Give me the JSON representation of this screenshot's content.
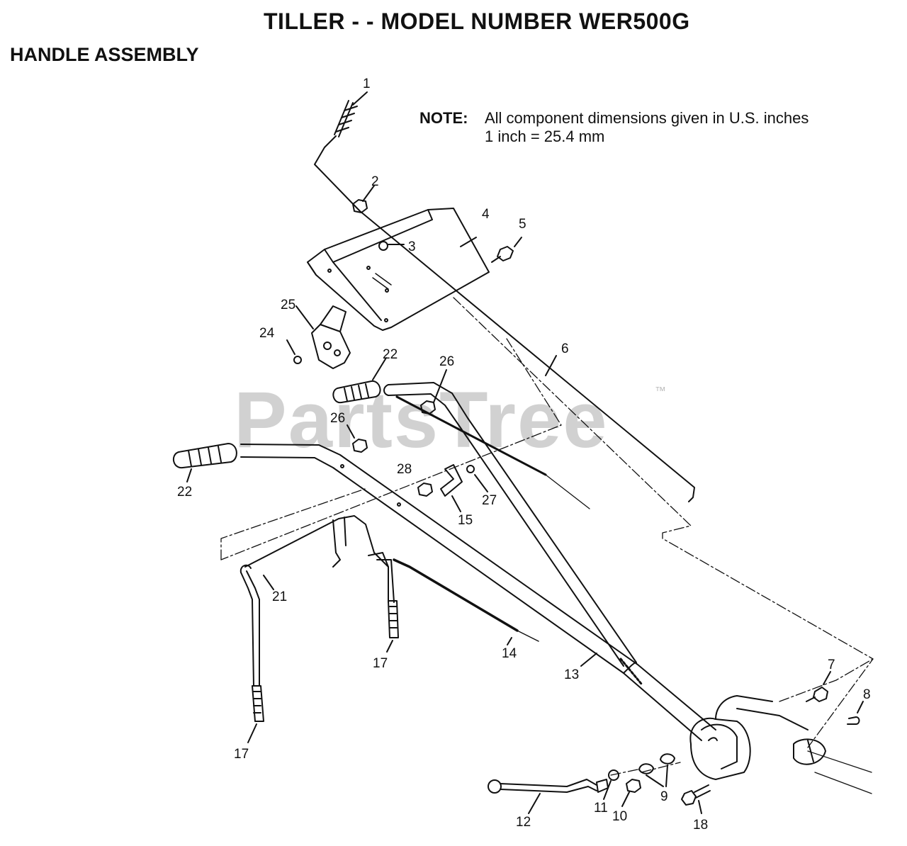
{
  "header": {
    "title": "TILLER - - MODEL NUMBER WER500G",
    "section": "HANDLE ASSEMBLY"
  },
  "note": {
    "label": "NOTE:",
    "line1": "All component dimensions given in U.S. inches",
    "line2": "1 inch = 25.4 mm"
  },
  "watermark": {
    "text": "PartsTree",
    "trademark": "™"
  },
  "callouts": {
    "c1": "1",
    "c2": "2",
    "c3": "3",
    "c4": "4",
    "c5": "5",
    "c6": "6",
    "c7": "7",
    "c8": "8",
    "c9": "9",
    "c10": "10",
    "c11": "11",
    "c12": "12",
    "c13": "13",
    "c14": "14",
    "c15": "15",
    "c17a": "17",
    "c17b": "17",
    "c18": "18",
    "c21": "21",
    "c22a": "22",
    "c22b": "22",
    "c24": "24",
    "c25": "25",
    "c26a": "26",
    "c26b": "26",
    "c27": "27",
    "c28": "28"
  },
  "colors": {
    "ink": "#111111",
    "watermark": "#c9c9c9"
  }
}
